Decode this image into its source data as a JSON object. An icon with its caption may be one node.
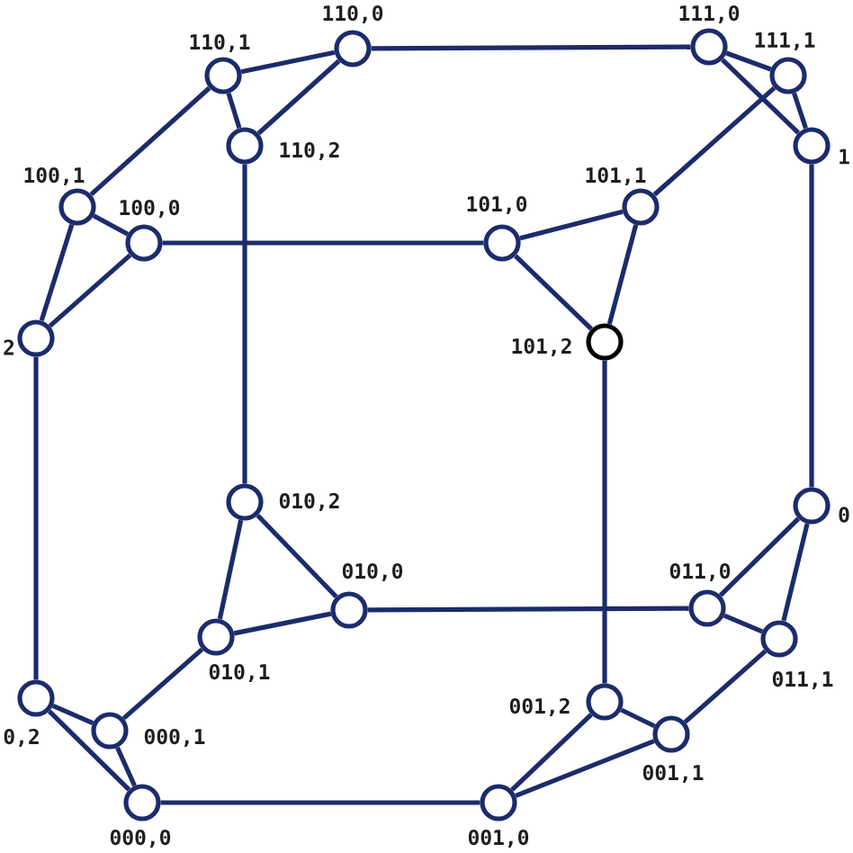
{
  "diagram": {
    "nodes": [
      {
        "text": [],
        "shape": "circle",
        "beside": [
          "110,0"
        ]
      },
      {
        "text": [],
        "shape": "circle",
        "beside": [
          "111,0"
        ]
      },
      {
        "text": [],
        "shape": "circle",
        "beside": [
          "110,1"
        ]
      },
      {
        "text": [],
        "shape": "circle",
        "beside": [
          "111,1"
        ]
      },
      {
        "text": [],
        "shape": "circle",
        "beside": [
          "110,2"
        ]
      },
      {
        "text": [],
        "shape": "circle",
        "beside": [
          "1"
        ]
      },
      {
        "text": [],
        "shape": "circle",
        "beside": [
          "100,1"
        ]
      },
      {
        "text": [],
        "shape": "circle",
        "beside": [
          "101,1"
        ]
      },
      {
        "text": [],
        "shape": "circle",
        "beside": [
          "100,0"
        ]
      },
      {
        "text": [],
        "shape": "circle",
        "beside": [
          "101,0"
        ]
      },
      {
        "text": [],
        "shape": "circle",
        "beside": [
          "2"
        ]
      },
      {
        "text": [],
        "shape": "circle",
        "beside": [
          "101,2"
        ]
      },
      {
        "text": [],
        "shape": "circle",
        "beside": [
          "010,2"
        ]
      },
      {
        "text": [],
        "shape": "circle",
        "beside": [
          "0"
        ]
      },
      {
        "text": [],
        "shape": "circle",
        "beside": [
          "010,0"
        ]
      },
      {
        "text": [],
        "shape": "circle",
        "beside": [
          "011,0"
        ]
      },
      {
        "text": [],
        "shape": "circle",
        "beside": [
          "010,1"
        ]
      },
      {
        "text": [],
        "shape": "circle",
        "beside": [
          "011,1"
        ]
      },
      {
        "text": [],
        "shape": "circle",
        "beside": [
          "0,2"
        ]
      },
      {
        "text": [],
        "shape": "circle",
        "beside": [
          "001,2"
        ]
      },
      {
        "text": [],
        "shape": "circle",
        "beside": [
          "000,1"
        ]
      },
      {
        "text": [],
        "shape": "circle",
        "beside": [
          "001,1"
        ]
      },
      {
        "text": [],
        "shape": "circle",
        "beside": [
          "000,0"
        ]
      },
      {
        "text": [],
        "shape": "circle",
        "beside": [
          "001,0"
        ]
      }
    ],
    "edges": [
      {
        "from": 0,
        "to": 1,
        "arrow": "none"
      },
      {
        "from": 2,
        "to": 0,
        "arrow": "none"
      },
      {
        "from": 2,
        "to": 4,
        "arrow": "none"
      },
      {
        "from": 4,
        "to": 0,
        "arrow": "none"
      },
      {
        "from": 1,
        "to": 3,
        "arrow": "none"
      },
      {
        "from": 3,
        "to": 5,
        "arrow": "none"
      },
      {
        "from": 5,
        "to": 1,
        "arrow": "none"
      },
      {
        "from": 2,
        "to": 6,
        "arrow": "none"
      },
      {
        "from": 3,
        "to": 7,
        "arrow": "none"
      },
      {
        "from": 6,
        "to": 8,
        "arrow": "none"
      },
      {
        "from": 6,
        "to": 10,
        "arrow": "none"
      },
      {
        "from": 10,
        "to": 8,
        "arrow": "none"
      },
      {
        "from": 8,
        "to": 9,
        "arrow": "none"
      },
      {
        "from": 9,
        "to": 7,
        "arrow": "none"
      },
      {
        "from": 7,
        "to": 11,
        "arrow": "none"
      },
      {
        "from": 11,
        "to": 9,
        "arrow": "none"
      },
      {
        "from": 4,
        "to": 12,
        "arrow": "none"
      },
      {
        "from": 5,
        "to": 13,
        "arrow": "none"
      },
      {
        "from": 10,
        "to": 18,
        "arrow": "none"
      },
      {
        "from": 11,
        "to": 19,
        "arrow": "none"
      },
      {
        "from": 12,
        "to": 14,
        "arrow": "none"
      },
      {
        "from": 12,
        "to": 16,
        "arrow": "none"
      },
      {
        "from": 16,
        "to": 14,
        "arrow": "none"
      },
      {
        "from": 14,
        "to": 15,
        "arrow": "none"
      },
      {
        "from": 13,
        "to": 15,
        "arrow": "none"
      },
      {
        "from": 13,
        "to": 17,
        "arrow": "none"
      },
      {
        "from": 15,
        "to": 17,
        "arrow": "none"
      },
      {
        "from": 16,
        "to": 20,
        "arrow": "none"
      },
      {
        "from": 17,
        "to": 21,
        "arrow": "none"
      },
      {
        "from": 18,
        "to": 20,
        "arrow": "none"
      },
      {
        "from": 18,
        "to": 22,
        "arrow": "none"
      },
      {
        "from": 20,
        "to": 22,
        "arrow": "none"
      },
      {
        "from": 19,
        "to": 21,
        "arrow": "none"
      },
      {
        "from": 19,
        "to": 23,
        "arrow": "none"
      },
      {
        "from": 21,
        "to": 23,
        "arrow": "none"
      },
      {
        "from": 22,
        "to": 23,
        "arrow": "none"
      }
    ]
  }
}
